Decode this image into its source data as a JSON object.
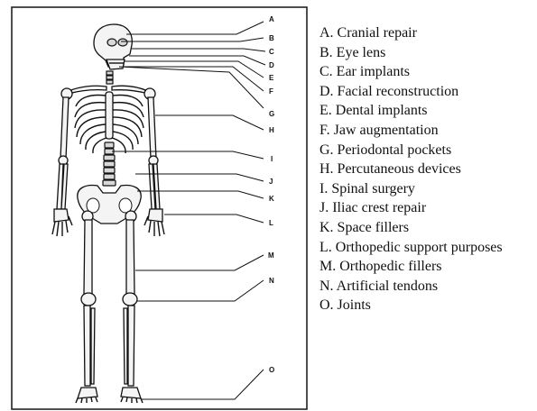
{
  "diagram": {
    "callouts": [
      {
        "letter": "A",
        "label": "Cranial repair"
      },
      {
        "letter": "B",
        "label": "Eye lens"
      },
      {
        "letter": "C",
        "label": "Ear implants"
      },
      {
        "letter": "D",
        "label": "Facial reconstruction"
      },
      {
        "letter": "E",
        "label": "Dental implants"
      },
      {
        "letter": "F",
        "label": "Jaw augmentation"
      },
      {
        "letter": "G",
        "label": "Periodontal pockets"
      },
      {
        "letter": "H",
        "label": "Percutaneous devices"
      },
      {
        "letter": "I",
        "label": "Spinal surgery"
      },
      {
        "letter": "J",
        "label": "Iliac crest repair"
      },
      {
        "letter": "K",
        "label": "Space fillers"
      },
      {
        "letter": "L",
        "label": "Orthopedic support purposes"
      },
      {
        "letter": "M",
        "label": "Orthopedic fillers"
      },
      {
        "letter": "N",
        "label": "Artificial tendons"
      },
      {
        "letter": "O",
        "label": "Joints"
      }
    ],
    "legend": [
      "A. Cranial repair",
      "B. Eye lens",
      "C. Ear implants",
      "D. Facial reconstruction",
      "E. Dental implants",
      "F. Jaw augmentation",
      "G. Periodontal pockets",
      "H. Percutaneous devices",
      "I. Spinal surgery",
      "J. Iliac crest repair",
      "K. Space fillers",
      "L. Orthopedic support purposes",
      "M. Orthopedic fillers",
      "N. Artificial tendons",
      "O. Joints"
    ]
  }
}
